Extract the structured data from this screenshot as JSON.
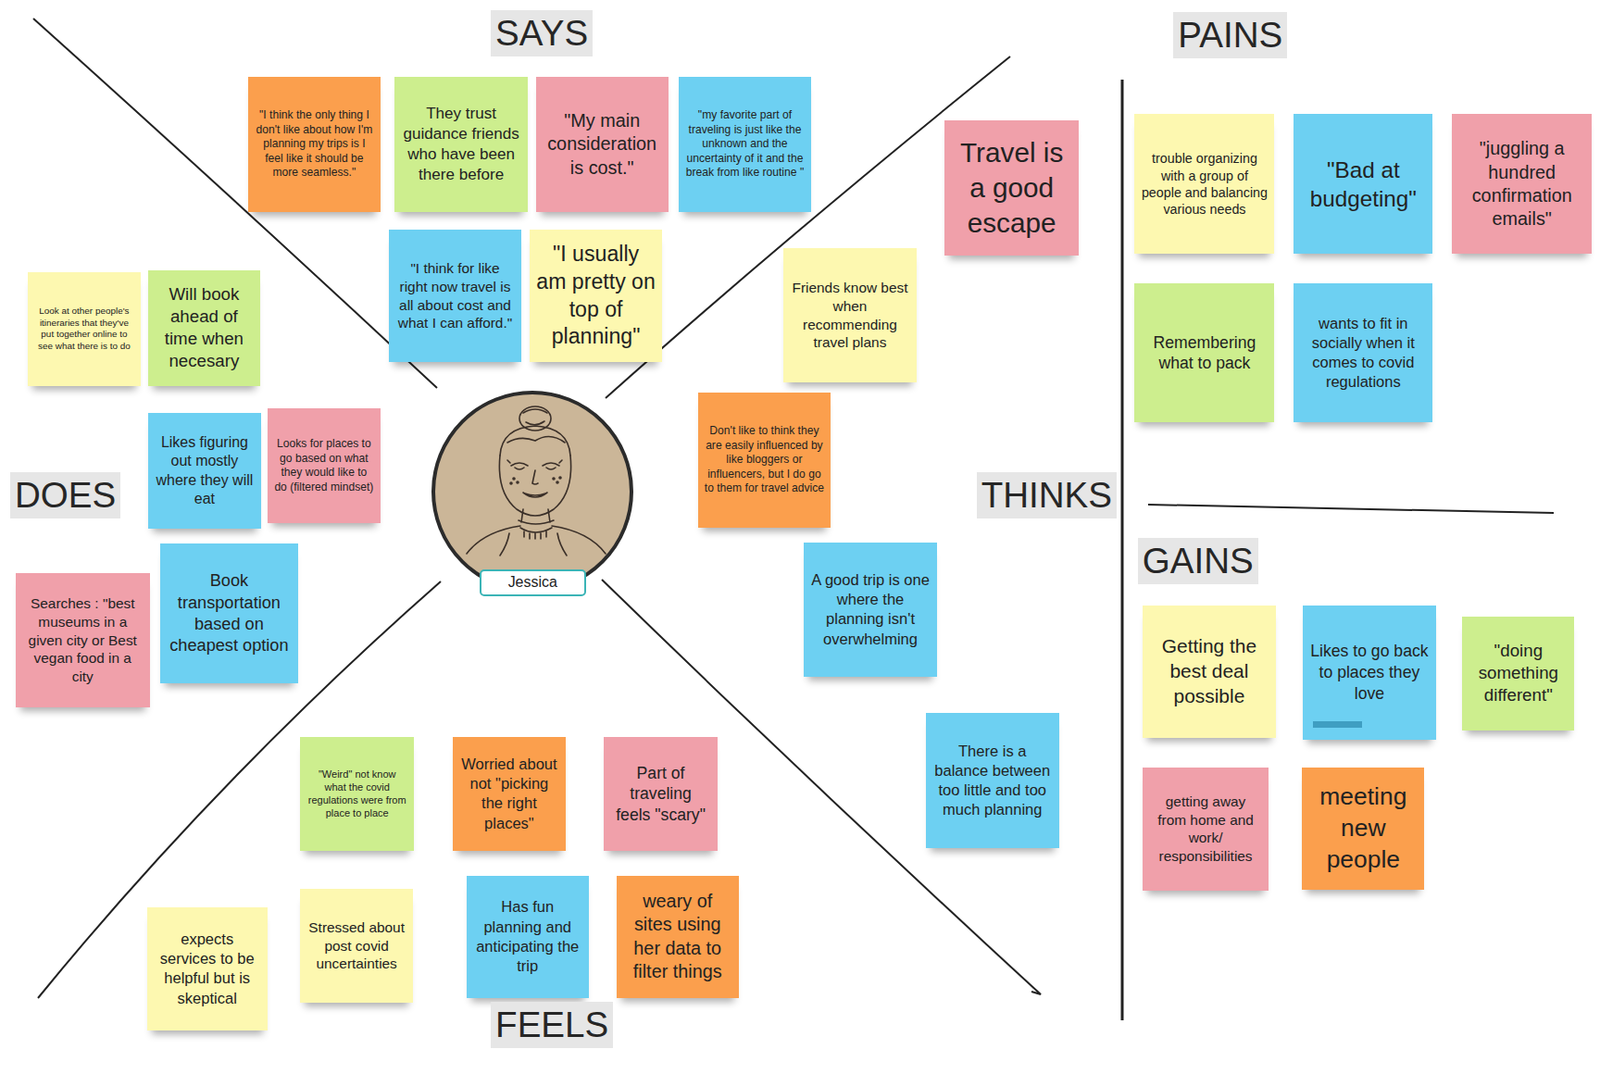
{
  "diagram": {
    "nodes": [
      {
        "text": [
          "\"I think the only thing I don't like about how I'm planning my trips is I feel like it should be more seamless.\""
        ]
      },
      {
        "text": [
          "They trust guidance friends who have been there before"
        ]
      },
      {
        "text": [
          "\"My main consideration is cost.\""
        ]
      },
      {
        "text": [
          "\"my favorite part of traveling is just like the unknown and the uncertainty of it and the break from like routine \""
        ]
      },
      {
        "text": [
          "\"I think for like right now travel is all about cost and what I can afford.\""
        ]
      },
      {
        "text": [
          "\"I usually am pretty on top of planning\""
        ]
      },
      {
        "text": [
          "Look at other people's itineraries that they've put together online to see what there is to do"
        ]
      },
      {
        "text": [
          "Will book ahead of time when necesary"
        ]
      },
      {
        "text": [
          "Likes figuring out mostly where they will eat"
        ]
      },
      {
        "text": [
          "Looks for places to go based on what they would like to do (filtered mindset)"
        ]
      },
      {
        "text": [
          "Searches : \"best museums in a given city or Best vegan food in a city"
        ]
      },
      {
        "text": [
          "Book transportation based on cheapest option"
        ]
      },
      {
        "text": [
          "Travel is a good escape"
        ]
      },
      {
        "text": [
          "Friends know best when recommending travel plans"
        ]
      },
      {
        "text": [
          "Don't like to think they are easily influenced by like bloggers or influencers, but I do go to them for travel advice"
        ]
      },
      {
        "text": [
          "A good trip is one where the planning isn't overwhelming"
        ]
      },
      {
        "text": [
          "There is a balance between too little and too much planning"
        ]
      },
      {
        "text": [
          "\"Weird\" not know what the covid regulations were from place to place"
        ]
      },
      {
        "text": [
          "Worried about not \"picking the right places\""
        ]
      },
      {
        "text": [
          "Part of traveling feels \"scary\""
        ]
      },
      {
        "text": [
          "expects services to be helpful but is skeptical"
        ]
      },
      {
        "text": [
          "Stressed about post covid uncertainties"
        ]
      },
      {
        "text": [
          "Has fun planning and anticipating the trip"
        ]
      },
      {
        "text": [
          "weary of sites using her data to filter things"
        ]
      },
      {
        "text": [
          "trouble organizing with a group of people and balancing various needs"
        ]
      },
      {
        "text": [
          "\"Bad at budgeting\""
        ]
      },
      {
        "text": [
          "\"juggling a hundred confirmation emails\""
        ]
      },
      {
        "text": [
          "Remembering what to pack"
        ]
      },
      {
        "text": [
          "wants to fit in socially when it comes to covid regulations"
        ]
      },
      {
        "text": [
          "Getting the best deal possible"
        ]
      },
      {
        "text": [
          "Likes to go back to places they love"
        ]
      },
      {
        "text": [
          "\"doing something different\""
        ]
      },
      {
        "text": [
          "getting away from home and work/ responsibilities"
        ]
      },
      {
        "text": [
          "meeting new people"
        ]
      },
      {
        "text": [
          "Jessica"
        ]
      }
    ],
    "labels": [
      "SAYS",
      "DOES",
      "THINKS",
      "FEELS",
      "PAINS",
      "GAINS"
    ]
  }
}
